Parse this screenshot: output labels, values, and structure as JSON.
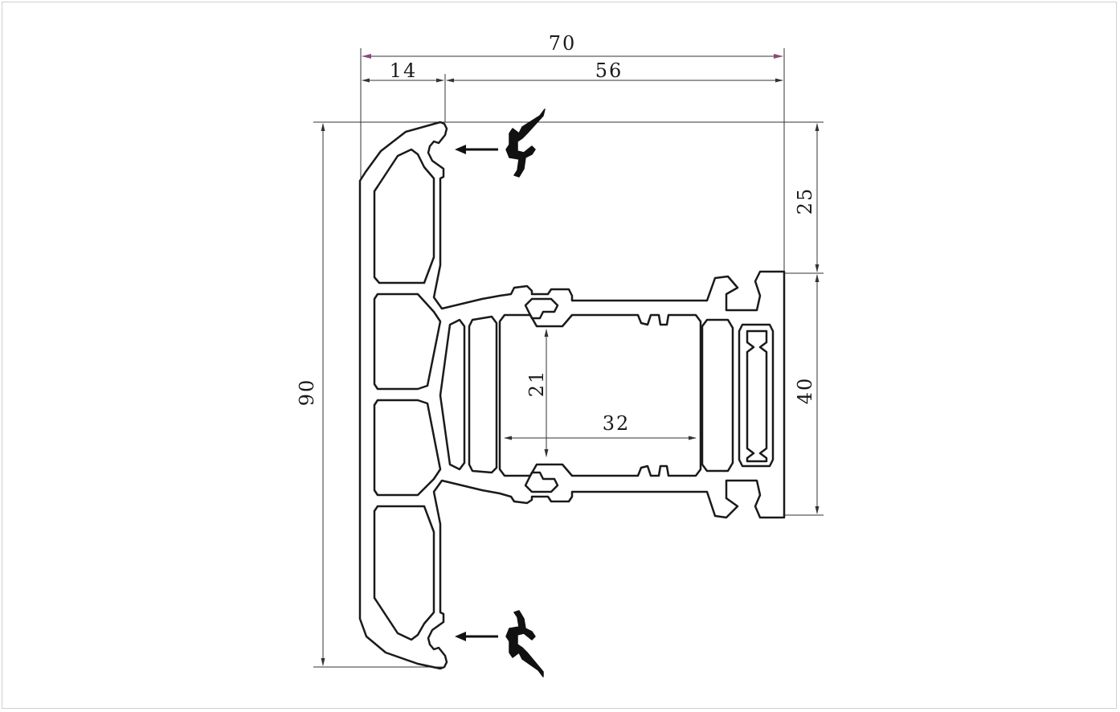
{
  "dimensions": {
    "overall_width": "70",
    "left_width": "14",
    "right_width": "56",
    "overall_height": "90",
    "top_offset": "25",
    "right_height": "40",
    "inner_height": "21",
    "inner_width": "32"
  },
  "colors": {
    "line": "#1a1a1a",
    "dim_line": "#333333",
    "arrow_accent": "#8a4a7a",
    "gasket": "#111111",
    "border": "#d0d0d0"
  },
  "icons": [
    "gasket-icon",
    "insert-arrow-icon"
  ]
}
